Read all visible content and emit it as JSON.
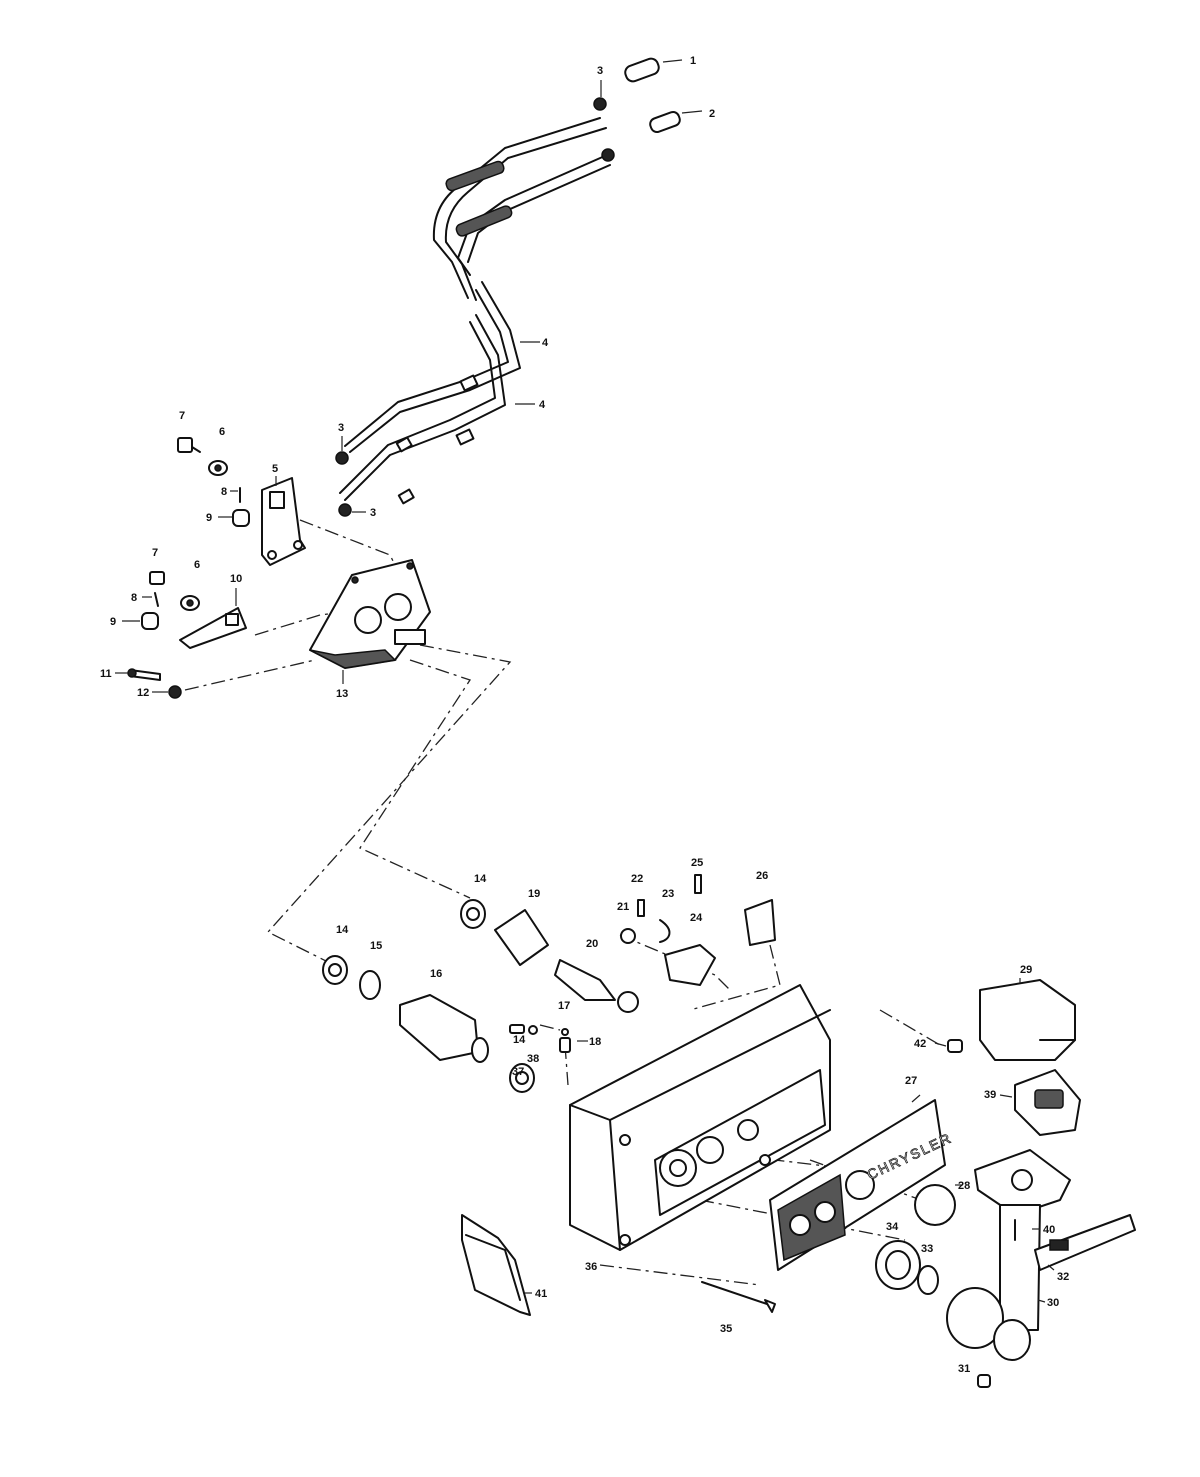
{
  "brand_text": "CHRYSLER",
  "labels": {
    "l1": "1",
    "l2": "2",
    "l3a": "3",
    "l3b": "3",
    "l3c": "3",
    "l4a": "4",
    "l4b": "4",
    "l5": "5",
    "l6a": "6",
    "l6b": "6",
    "l7a": "7",
    "l7b": "7",
    "l8a": "8",
    "l8b": "8",
    "l9a": "9",
    "l9b": "9",
    "l10": "10",
    "l11": "11",
    "l12": "12",
    "l13": "13",
    "l14a": "14",
    "l14b": "14",
    "l14c": "14",
    "l15": "15",
    "l16": "16",
    "l17": "17",
    "l18": "18",
    "l19": "19",
    "l20": "20",
    "l21": "21",
    "l22": "22",
    "l23": "23",
    "l24": "24",
    "l25": "25",
    "l26": "26",
    "l27": "27",
    "l28": "28",
    "l29": "29",
    "l30": "30",
    "l31": "31",
    "l32": "32",
    "l33": "33",
    "l34": "34",
    "l35": "35",
    "l36": "36",
    "l37": "37",
    "l38": "38",
    "l39": "39",
    "l40": "40",
    "l41": "41",
    "l42": "42"
  }
}
